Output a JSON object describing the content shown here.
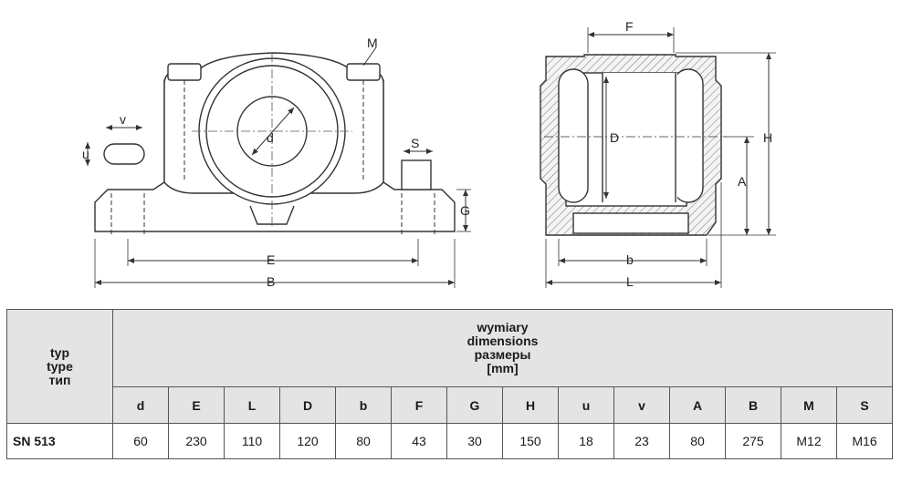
{
  "drawing_labels": {
    "front": {
      "v": "v",
      "u": "u",
      "d": "d",
      "M": "M",
      "S": "S",
      "G": "G",
      "E": "E",
      "B": "B"
    },
    "side": {
      "F": "F",
      "D": "D",
      "H": "H",
      "A": "A",
      "b": "b",
      "L": "L"
    }
  },
  "table": {
    "type_header": [
      "typ",
      "type",
      "тип"
    ],
    "group_header": [
      "wymiary",
      "dimensions",
      "размеры",
      "[mm]"
    ],
    "columns": [
      "d",
      "E",
      "L",
      "D",
      "b",
      "F",
      "G",
      "H",
      "u",
      "v",
      "A",
      "B",
      "M",
      "S"
    ],
    "rows": [
      {
        "type": "SN 513",
        "values": [
          "60",
          "230",
          "110",
          "120",
          "80",
          "43",
          "30",
          "150",
          "18",
          "23",
          "80",
          "275",
          "M12",
          "M16"
        ]
      }
    ]
  }
}
